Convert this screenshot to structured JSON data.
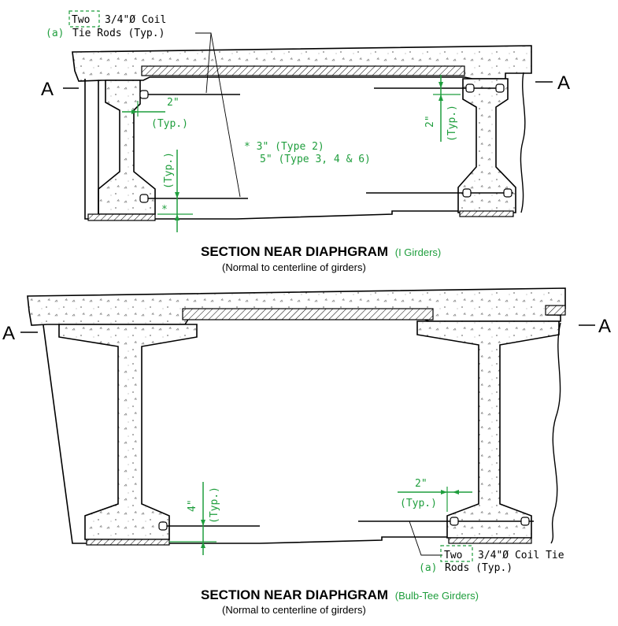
{
  "colors": {
    "dim": "#1f9e3d",
    "line": "#000000"
  },
  "top": {
    "note_count": "Two",
    "note_marker": "(a)",
    "note_line1": "3/4\"Ø Coil",
    "note_line2": "Tie Rods (Typ.)",
    "section_left": "A",
    "section_right": "A",
    "dim_top_left": "2\"",
    "dim_top_left_typ": "(Typ.)",
    "dim_right": "2\"",
    "dim_right_typ": "(Typ.)",
    "dim_bottom_left": "*",
    "dim_bottom_left_typ": "(Typ.)",
    "footnote1": "* 3\" (Type 2)",
    "footnote2": "5\" (Type 3, 4 & 6)",
    "title": "SECTION NEAR DIAPHGRAM",
    "title_suffix": "(I Girders)",
    "subtitle": "(Normal to centerline of girders)"
  },
  "bottom": {
    "section_left": "A",
    "section_right": "A",
    "dim_left": "4\"",
    "dim_left_typ": "(Typ.)",
    "dim_right": "2\"",
    "dim_right_typ": "(Typ.)",
    "note_count": "Two",
    "note_marker": "(a)",
    "note_line1": "3/4\"Ø Coil Tie",
    "note_line2": "Rods (Typ.)",
    "title": "SECTION NEAR DIAPHGRAM",
    "title_suffix": "(Bulb-Tee Girders)",
    "subtitle": "(Normal to centerline of girders)"
  }
}
